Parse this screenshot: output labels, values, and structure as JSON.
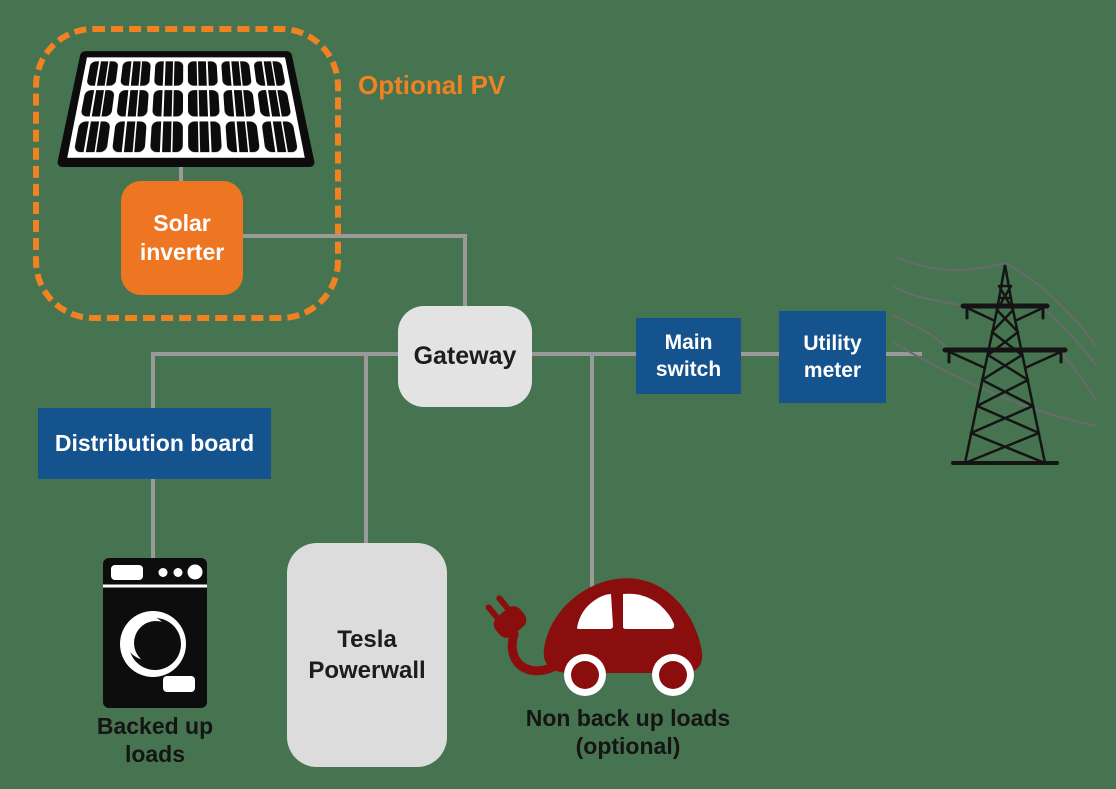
{
  "colors": {
    "canvas_bg": "#477450",
    "orange": "#ee7623",
    "orange_dash": "#f08222",
    "blue": "#15538f",
    "box_gray": "#e3e3e3",
    "powerwall_gray": "#dcdcdc",
    "line_gray": "#9a9a9a",
    "car_red": "#8b0e0e",
    "icon_black": "#0d0d0d",
    "text_dark": "#1d1d1d",
    "text_white": "#ffffff"
  },
  "labels": {
    "optional_pv": "Optional PV",
    "solar_inverter": "Solar inverter",
    "gateway": "Gateway",
    "main_switch": "Main switch",
    "utility_meter": "Utility meter",
    "distribution_board": "Distribution board",
    "tesla_powerwall": "Tesla Powerwall",
    "backed_up_loads": "Backed up loads",
    "non_backup_loads_line1": "Non back up loads",
    "non_backup_loads_line2": "(optional)"
  },
  "icons": {
    "solar_panel": "solar-panel",
    "washing_machine": "washing-machine",
    "ev_car": "electric-car-with-plug",
    "transmission_tower": "utility-grid-transmission-tower"
  }
}
